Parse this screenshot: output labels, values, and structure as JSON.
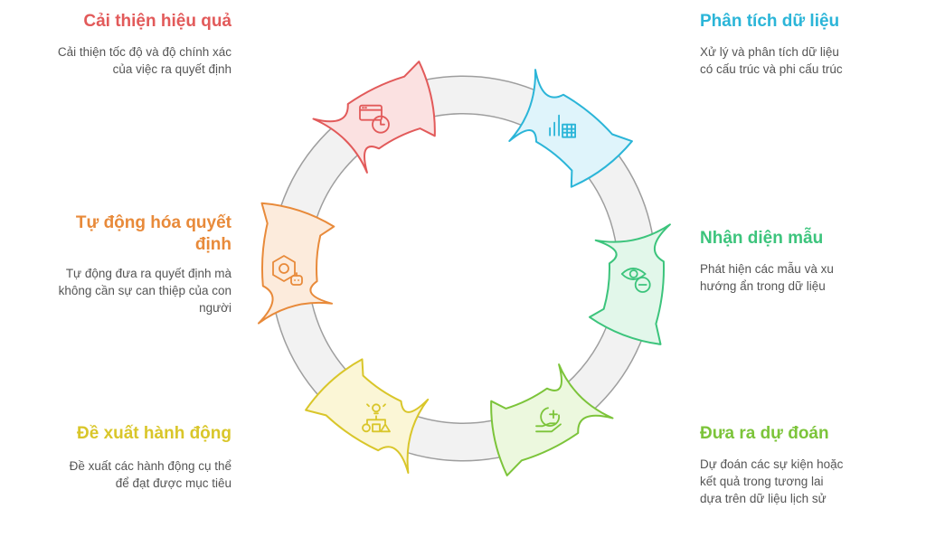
{
  "diagram": {
    "steps": [
      {
        "title": "Phân tích dữ liệu",
        "desc": "Xử lý và phân tích dữ liệu có cấu trúc và phi cấu trúc",
        "color": "#2bb5d8",
        "fill": "#dff4fb",
        "icon": "bar-chart-table-icon"
      },
      {
        "title": "Nhận diện mẫu",
        "desc": "Phát hiện các mẫu và xu hướng ẩn trong dữ liệu",
        "color": "#3cc47c",
        "fill": "#e2f7ea",
        "icon": "eye-minus-icon"
      },
      {
        "title": "Đưa ra dự đoán",
        "desc": "Dự đoán các sự kiện hoặc kết quả trong tương lai dựa trên dữ liệu lịch sử",
        "color": "#7cc43a",
        "fill": "#ecf8de",
        "icon": "hand-sparkle-icon"
      },
      {
        "title": "Đề xuất hành động",
        "desc": "Đề xuất các hành động cụ thể để đạt được mục tiêu",
        "color": "#d9c62a",
        "fill": "#fbf6d6",
        "icon": "lightbulb-flowchart-icon"
      },
      {
        "title": "Tự động hóa quyết định",
        "desc": "Tự động đưa ra quyết định mà không cần sự can thiệp của con người",
        "color": "#e88a3a",
        "fill": "#fcebdc",
        "icon": "hexagon-robot-icon"
      },
      {
        "title": "Cải thiện hiệu quả",
        "desc": "Cải thiện tốc độ và độ chính xác của việc ra quyết định",
        "color": "#e25a5a",
        "fill": "#fbe1e1",
        "icon": "browser-clock-icon"
      }
    ]
  }
}
